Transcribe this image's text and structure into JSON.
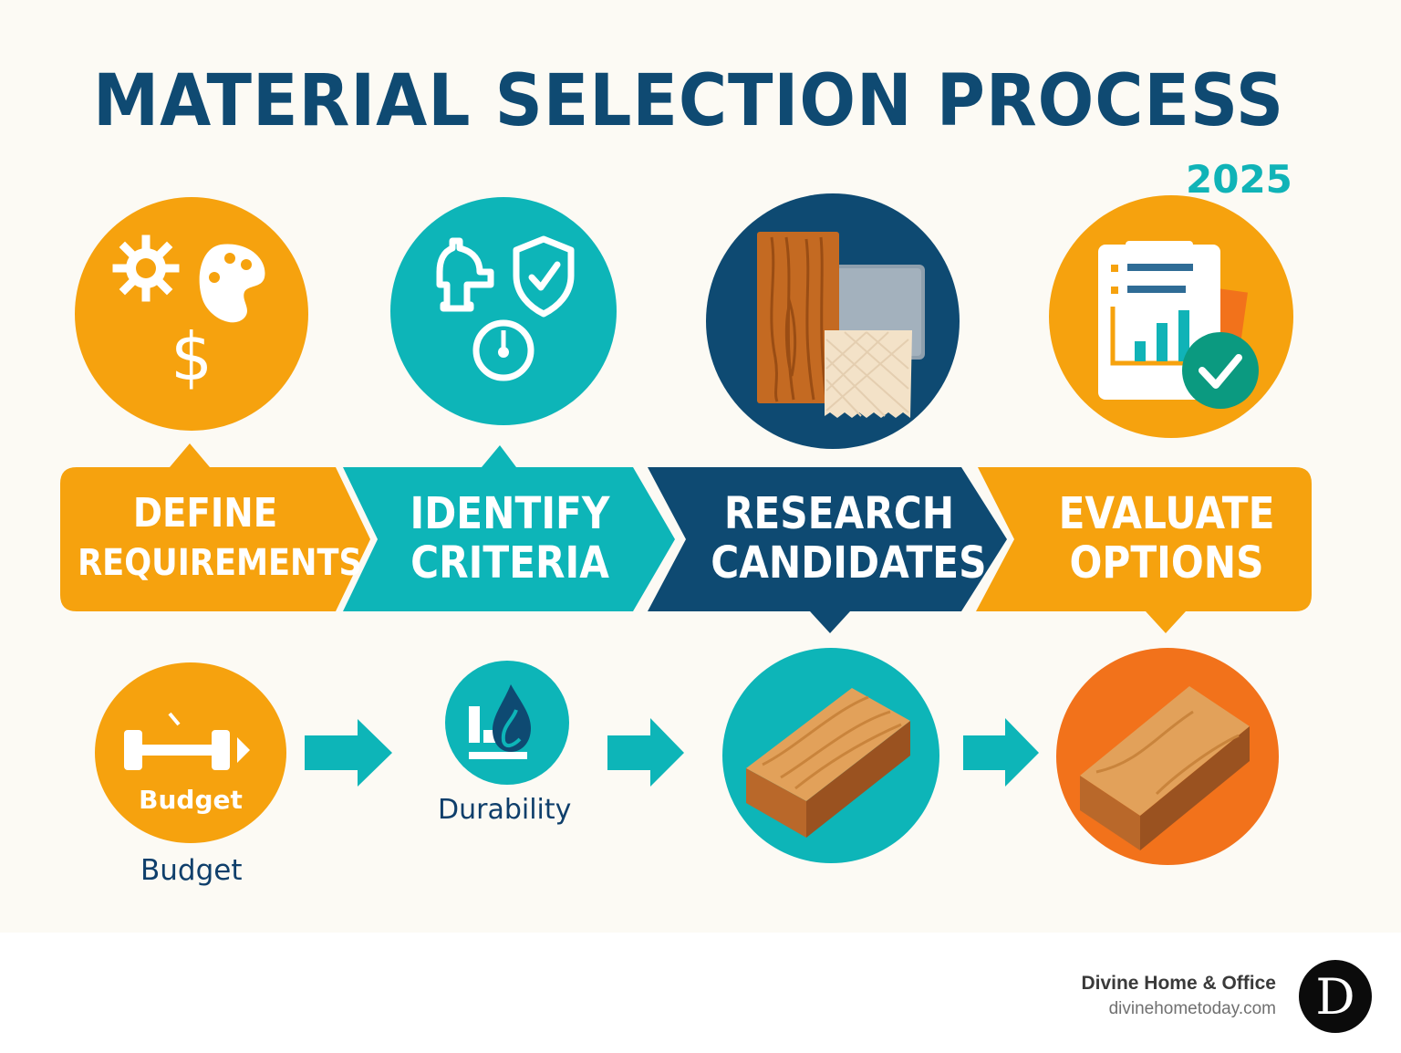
{
  "header": {
    "title": "MATERIAL SELECTION PROCESS",
    "year": "2025"
  },
  "colors": {
    "orange": "#f6a20e",
    "teal": "#0db5b8",
    "navy": "#0e4a72",
    "deep_orange": "#f2721b",
    "background": "#fcfaf4",
    "title": "#0f4a72"
  },
  "steps": [
    {
      "label_line1": "DEFINE",
      "label_line2": "REQUIREMENTS",
      "color": "orange",
      "icons": [
        "gear-icon",
        "palette-icon",
        "dollar-icon"
      ]
    },
    {
      "label_line1": "IDENTIFY",
      "label_line2": "CRITERIA",
      "color": "teal",
      "icons": [
        "faucet-icon",
        "shield-check-icon",
        "gauge-icon"
      ]
    },
    {
      "label_line1": "RESEARCH",
      "label_line2": "CANDIDATES",
      "color": "navy",
      "icons": [
        "wood-sample-icon",
        "metal-sample-icon",
        "fabric-sample-icon"
      ]
    },
    {
      "label_line1": "EVALUATE",
      "label_line2": "OPTIONS",
      "color": "orange",
      "icons": [
        "clipboard-chart-icon",
        "checkmark-badge-icon"
      ]
    }
  ],
  "bottom_flow": [
    {
      "label_inner": "Budget",
      "label_below": "Budget",
      "icon": "dumbbell-icon",
      "color": "orange"
    },
    {
      "label_below": "Durability",
      "icon": "water-drop-icon",
      "color": "teal"
    },
    {
      "icon": "wood-block-icon",
      "color": "teal"
    },
    {
      "icon": "wood-block-icon",
      "color": "deep_orange"
    }
  ],
  "footer": {
    "brand_name": "Divine Home & Office",
    "url": "divinehometoday.com",
    "logo_letter": "D"
  }
}
